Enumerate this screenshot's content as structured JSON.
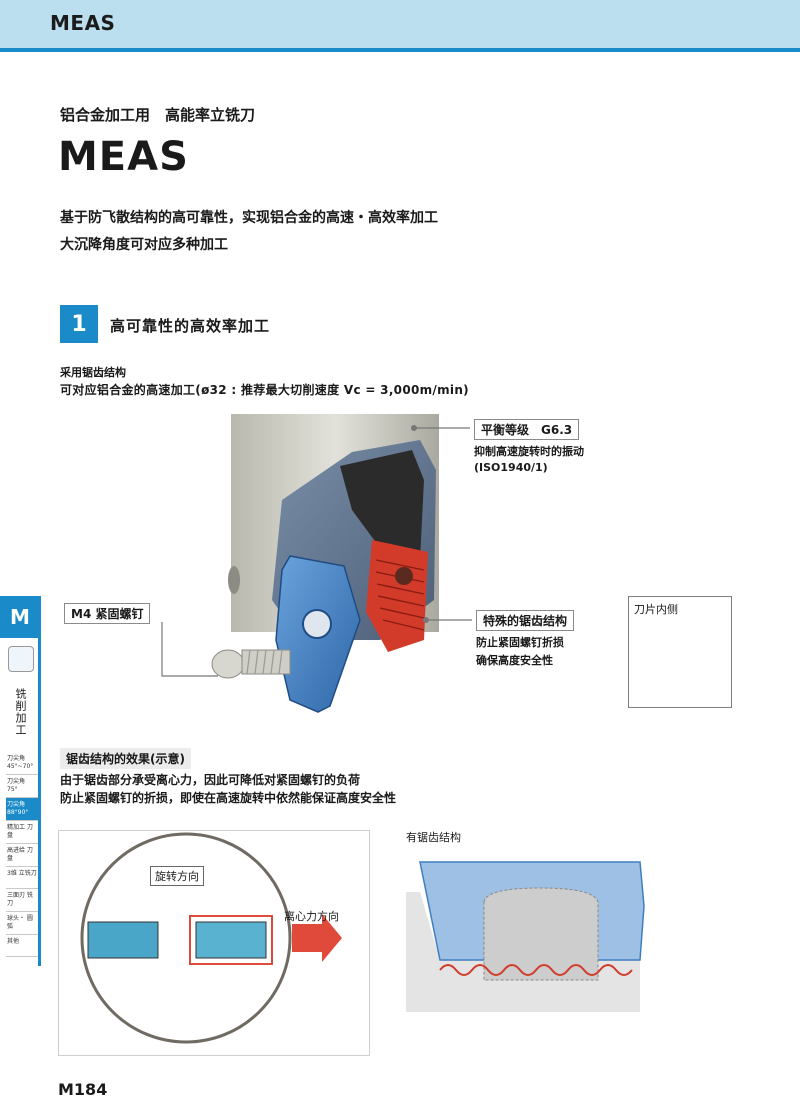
{
  "header": {
    "title": "MEAS"
  },
  "intro": {
    "subtitle": "铝合金加工用　高能率立铣刀",
    "product": "MEAS",
    "lead_1": "基于防飞散结构的高可靠性，实现铝合金的高速・高效率加工",
    "lead_2": "大沉降角度可对应多种加工"
  },
  "section1": {
    "number": "1",
    "title": "高可靠性的高效率加工",
    "note_1": "采用锯齿结构",
    "note_2": "可对应铝合金的高速加工(ø32 : 推荐最大切削速度 Vc = 3,000m/min)"
  },
  "callouts": {
    "balance_title": "平衡等级　G6.3",
    "balance_desc_1": "抑制高速旋转时的振动",
    "balance_desc_2": "(ISO1940/1)",
    "screw": "M4 紧固螺钉",
    "serration_title": "特殊的锯齿结构",
    "serration_desc_1": "防止紧固螺钉折损",
    "serration_desc_2": "确保高度安全性",
    "insert_inner": "刀片内侧"
  },
  "side_tab": {
    "letter": "M",
    "vertical_label": "铣削加工",
    "items": [
      {
        "label": "刀尖角 45°~70°"
      },
      {
        "label": "刀尖角 75°"
      },
      {
        "label": "刀尖角 88°90°",
        "active": true
      },
      {
        "label": "精加工 刀盘"
      },
      {
        "label": "高进给 刀盘"
      },
      {
        "label": "3维 立铣刀"
      },
      {
        "label": "三面刃 铣刀"
      },
      {
        "label": "球头・ 圆弧"
      },
      {
        "label": "其他"
      }
    ]
  },
  "effect": {
    "title": "锯齿结构的效果(示意)",
    "line_1": "由于锯齿部分承受离心力，因此可降低对紧固螺钉的负荷",
    "line_2": "防止紧固螺钉的折损，即使在高速旋转中依然能保证高度安全性",
    "rotation_label": "旋转方向",
    "centrifugal_label": "离心力方向",
    "serration_label": "有锯齿结构"
  },
  "footer": {
    "page": "M184"
  },
  "colors": {
    "accent": "#1a8ac9",
    "header_band": "#bcdff0",
    "insert_blue": "#3f7fc0",
    "serration_red": "#d23a2a",
    "arrow_red": "#e04a3a"
  }
}
